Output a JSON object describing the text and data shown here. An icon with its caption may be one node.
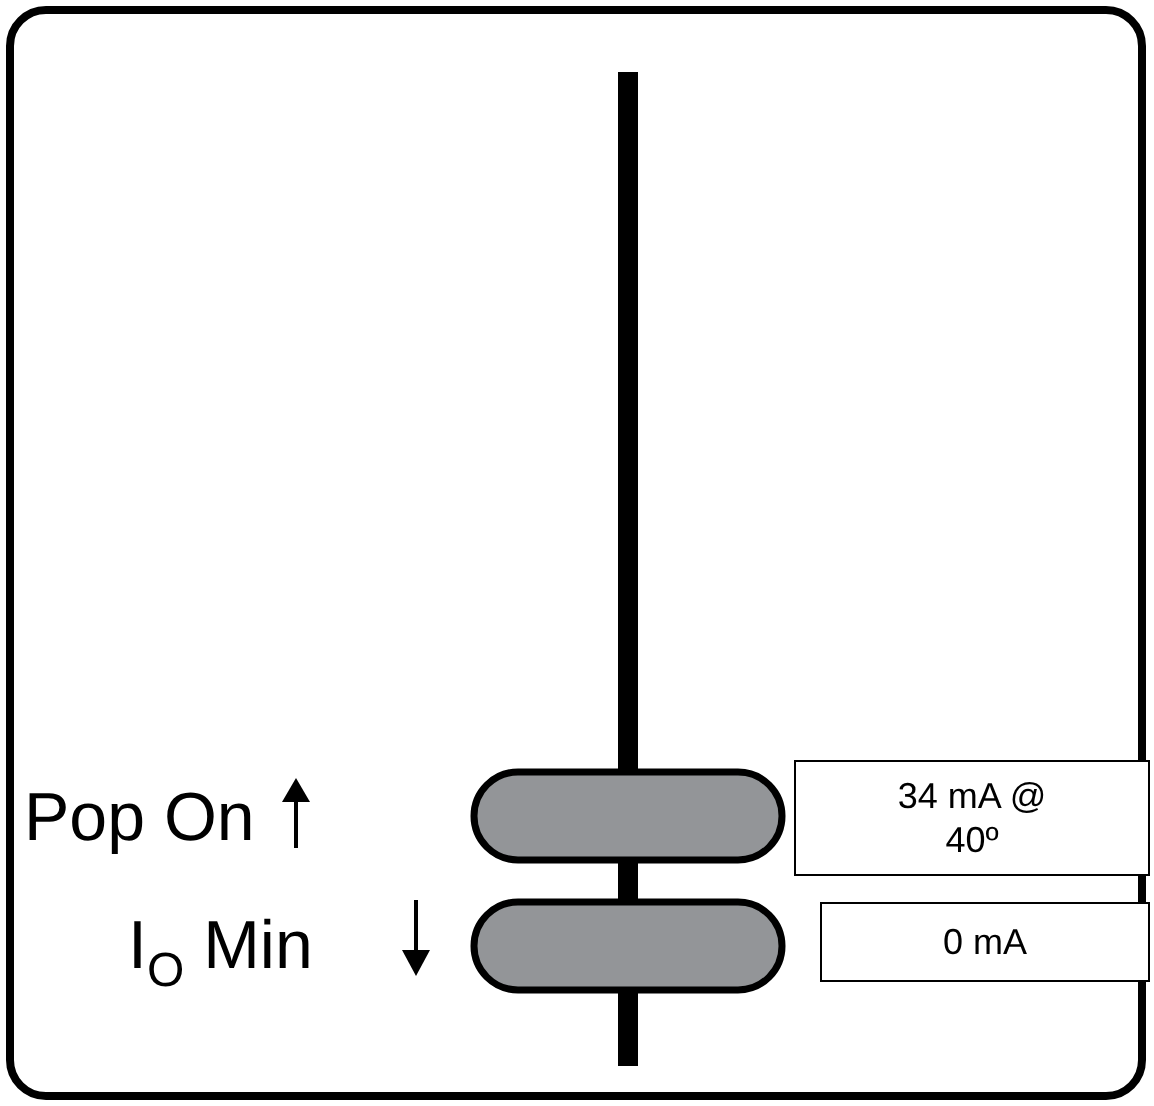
{
  "diagram": {
    "nodes": [
      {
        "text": [
          "34 mA @ 40º"
        ]
      },
      {
        "text": [
          "0 mA"
        ]
      }
    ],
    "labels": [
      "Pop On",
      "I$_{O}$ Min"
    ]
  }
}
